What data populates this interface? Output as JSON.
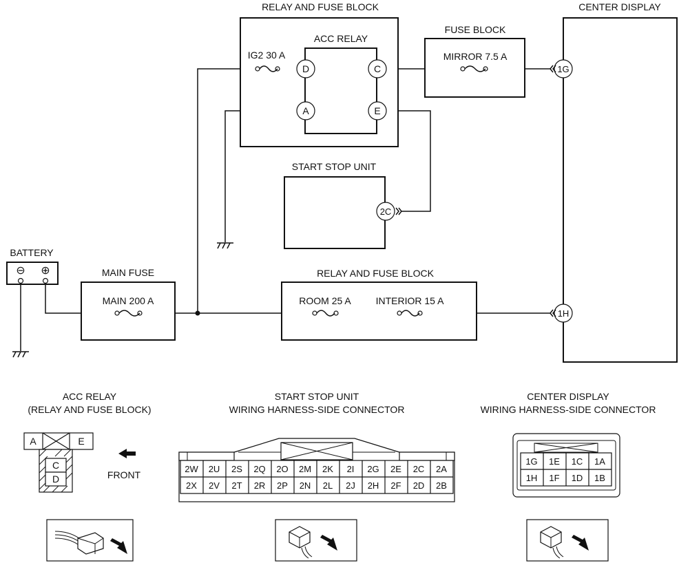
{
  "diagram": {
    "relay_fuse_block_top": "RELAY AND FUSE BLOCK",
    "acc_relay": "ACC RELAY",
    "ig2_fuse": "IG2 30 A",
    "relay_pins": {
      "D": "D",
      "C": "C",
      "A": "A",
      "E": "E"
    },
    "fuse_block": "FUSE BLOCK",
    "mirror_fuse": "MIRROR 7.5 A",
    "center_display": "CENTER DISPLAY",
    "pin_1g": "1G",
    "pin_1h": "1H",
    "start_stop_unit": "START STOP UNIT",
    "pin_2c": "2C",
    "battery": "BATTERY",
    "battery_neg": "⊖",
    "battery_pos": "⊕",
    "main_fuse_title": "MAIN FUSE",
    "main_fuse": "MAIN 200 A",
    "relay_fuse_block_bottom": "RELAY AND FUSE BLOCK",
    "room_fuse": "ROOM 25 A",
    "interior_fuse": "INTERIOR 15 A"
  },
  "connectors": {
    "acc_relay": {
      "title_line1": "ACC RELAY",
      "title_line2": "(RELAY AND FUSE BLOCK)",
      "top_pins": [
        "A",
        "E"
      ],
      "bottom_pins": [
        "C",
        "D"
      ],
      "front_label": "FRONT"
    },
    "start_stop": {
      "title_line1": "START STOP UNIT",
      "title_line2": "WIRING HARNESS-SIDE CONNECTOR",
      "row1": [
        "2W",
        "2U",
        "2S",
        "2Q",
        "2O",
        "2M",
        "2K",
        "2I",
        "2G",
        "2E",
        "2C",
        "2A"
      ],
      "row2": [
        "2X",
        "2V",
        "2T",
        "2R",
        "2P",
        "2N",
        "2L",
        "2J",
        "2H",
        "2F",
        "2D",
        "2B"
      ]
    },
    "center_display": {
      "title_line1": "CENTER DISPLAY",
      "title_line2": "WIRING HARNESS-SIDE CONNECTOR",
      "row1": [
        "1G",
        "1E",
        "1C",
        "1A"
      ],
      "row2": [
        "1H",
        "1F",
        "1D",
        "1B"
      ]
    }
  }
}
